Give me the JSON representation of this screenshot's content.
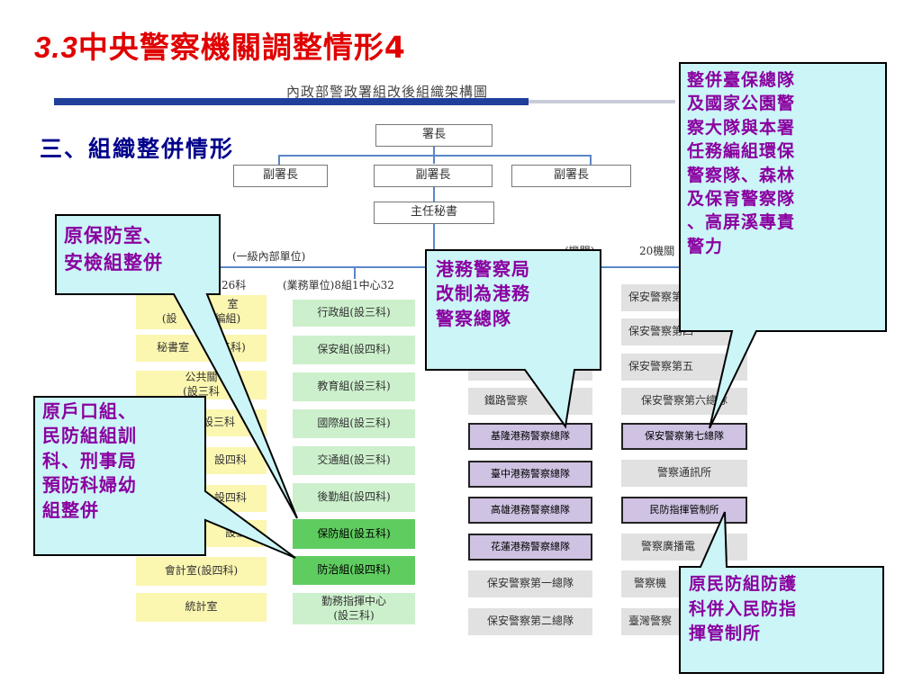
{
  "slide": {
    "title_num": "3.3",
    "title_text": "中央警察機關調整情形4",
    "section_heading": "三、組織整併情形"
  },
  "chart": {
    "title": "內政部警政署組改後組織架構圖",
    "director": "署長",
    "deputy_1": "副署長",
    "deputy_2": "副署長",
    "deputy_3": "副署長",
    "secretary": "主任秘書",
    "internal_units_label": "(一級內部單位)",
    "internal_units_count": "26科",
    "business_units_label": "(業務單位)8組1中心32",
    "agencies_label": "(機關)",
    "agencies_count": "20機關"
  },
  "staff_units": [
    "督察室(設三科任務編組)",
    "秘書室(設五科)",
    "公共關係室(設三科)",
    "資訊室(設三科)",
    "人事室(設四科)",
    "政風室(設四科)",
    "法制室(設三科)",
    "會計室(設四科)",
    "統計室"
  ],
  "staff_units_display": {
    "u1a": "室",
    "u1b": "(設",
    "u1c": "務編組)",
    "u2a": "秘書室",
    "u2b": "五科)",
    "u3a": "公共關",
    "u3b": "(設三科",
    "u4": "設三科",
    "u5": "設四科",
    "u6": "設四科",
    "u7": "設三",
    "u8": "會計室(設四科)",
    "u9": "統計室"
  },
  "business_units": [
    "行政組(設三科)",
    "保安組(設四科)",
    "教育組(設三科)",
    "國際組(設三科)",
    "交通組(設三科)",
    "後勤組(設四科)",
    "保防組(設五科)",
    "防治組(設四科)",
    "勤務指揮中心(設三科)"
  ],
  "business_units_display": {
    "b9a": "勤務指揮中心",
    "b9b": "(設三科)"
  },
  "agencies_col1": {
    "c1_3": "",
    "c1_4": "鐵路警察",
    "c1_5": "基隆港務警察總隊",
    "c1_6": "臺中港務警察總隊",
    "c1_7": "高雄港務警察總隊",
    "c1_8": "花蓮港務警察總隊",
    "c1_9": "保安警察第一總隊",
    "c1_10": "保安警察第二總隊"
  },
  "agencies_col2": {
    "c2_1": "保安警察第",
    "c2_2": "保安警察第四",
    "c2_3": "保安警察第五",
    "c2_4": "保安警察第六總隊",
    "c2_5": "保安警察第七總隊",
    "c2_6": "警察通訊所",
    "c2_7": "民防指揮管制所",
    "c2_8": "警察廣播電",
    "c2_9": "警察機",
    "c2_10": "臺灣警察"
  },
  "callouts": {
    "top_right": "整併臺保總隊及國家公園警察大隊與本署任務編組環保警察隊、森林及保育警察隊、高屏溪專責警力",
    "top_right_lines": [
      "整併臺保總隊",
      "及國家公園警",
      "察大隊與本署",
      "任務編組環保",
      "警察隊、森林",
      "及保育警察隊",
      "、高屏溪專責",
      "警力"
    ],
    "upper_left_lines": [
      "原保防室、",
      "安檢組整併"
    ],
    "lower_left_lines": [
      "原戶口組、",
      "民防組組訓",
      "科、刑事局",
      "預防科婦幼",
      "組整併"
    ],
    "middle_lines": [
      "港務警察局",
      "改制為港務",
      "警察總隊"
    ],
    "bottom_right_lines": [
      "原民防組防護",
      "科併入民防指",
      "揮管制所"
    ]
  },
  "colors": {
    "title_red": "#e00000",
    "heading_navy": "#00008b",
    "callout_fill": "#ccf5f7",
    "callout_text": "#8a00a0",
    "staff_yellow": "#fbf6b0",
    "business_green": "#ccf0cc",
    "highlight_green": "#5fcc5f",
    "agency_grey": "#e1e1e1",
    "agency_purple": "#cfc2e2",
    "connector_blue": "#5b86c9"
  }
}
